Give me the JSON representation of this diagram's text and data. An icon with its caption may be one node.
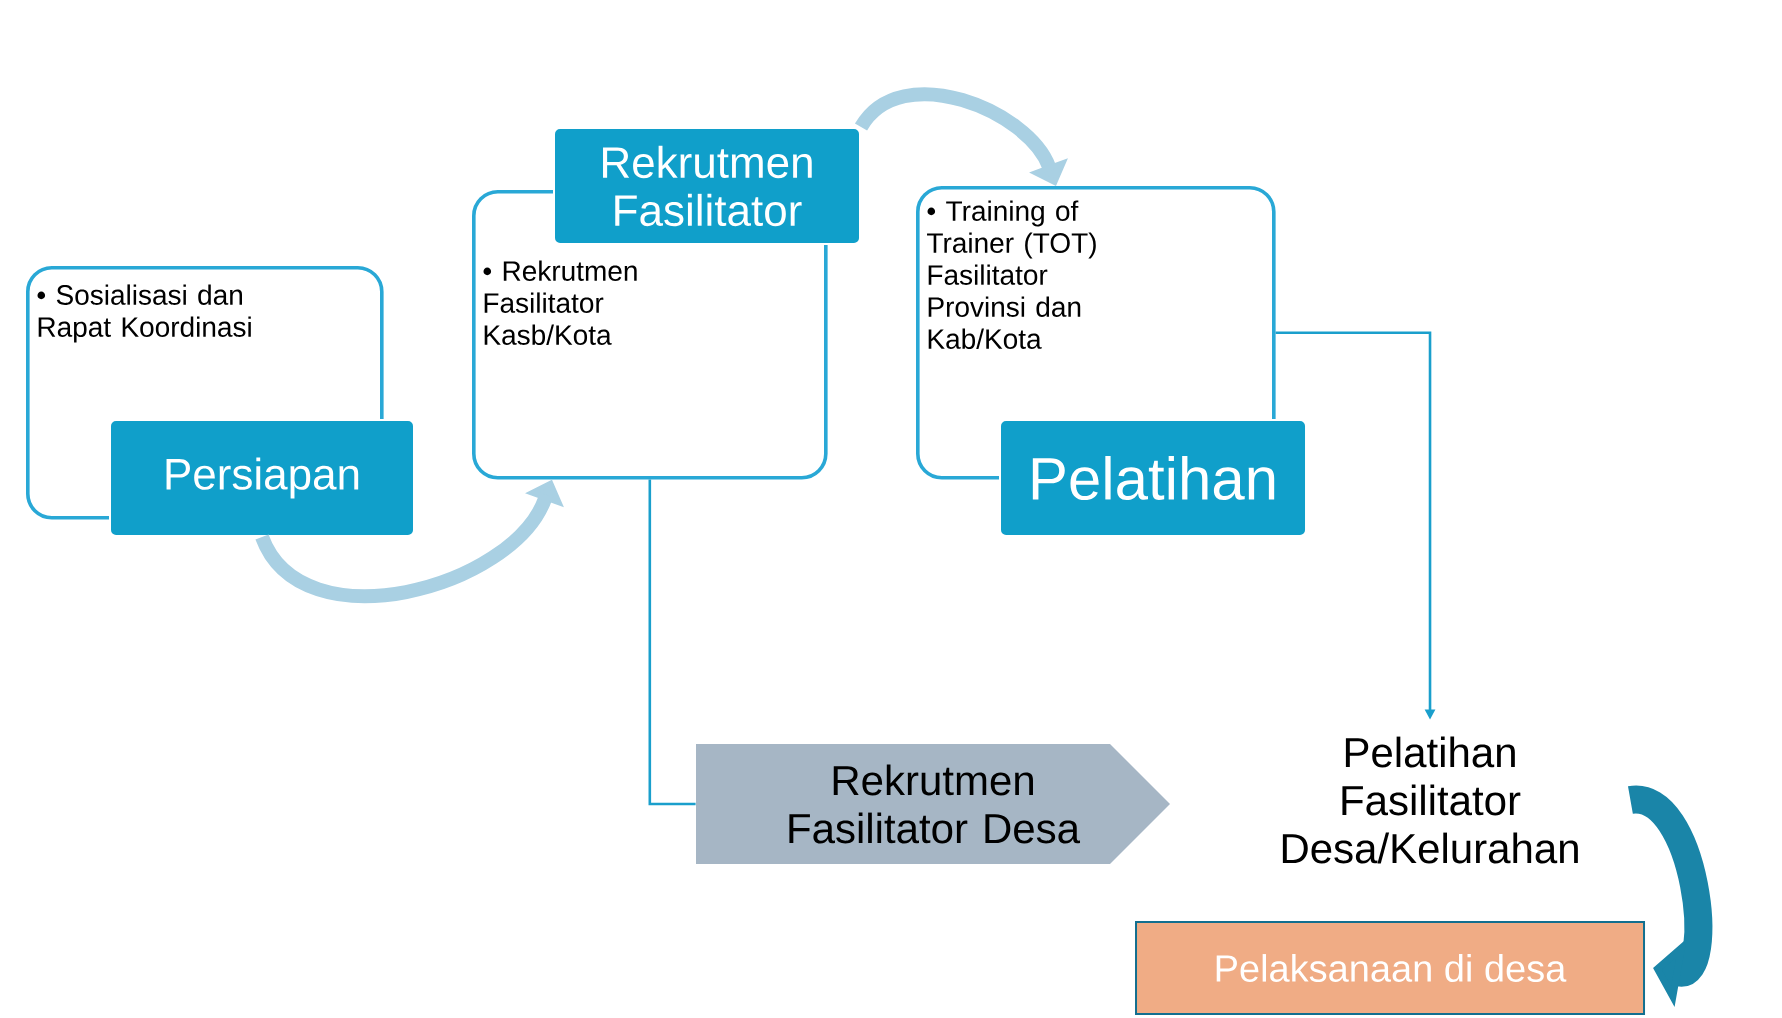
{
  "diagram": {
    "nodes": [
      {
        "text": [
          "• Sosialisasi dan Rapat Koordinasi",
          "Persiapan"
        ]
      },
      {
        "text": [
          "Rekrutmen Fasilitator",
          "• Rekrutmen Fasilitator Kasb/Kota"
        ]
      },
      {
        "text": [
          "• Training of Trainer (TOT) Fasilitator Provinsi dan Kab/Kota",
          "Pelatihan"
        ]
      },
      {
        "text": [
          "Rekrutmen Fasilitator Desa"
        ]
      },
      {
        "text": [
          "Pelatihan Fasilitator Desa/Kelurahan"
        ]
      },
      {
        "text": [
          "Pelaksanaan di desa"
        ]
      }
    ],
    "edges": [
      {
        "from": 0,
        "to": 1,
        "arrow": "to",
        "color": "#a9d0e3"
      },
      {
        "from": 1,
        "to": 2,
        "arrow": "to",
        "color": "#a9d0e3"
      },
      {
        "from": 1,
        "to": 3,
        "arrow": "none",
        "color": "#1a9fcc"
      },
      {
        "from": 2,
        "to": 4,
        "arrow": "to",
        "color": "#1a9fcc"
      },
      {
        "from": 4,
        "to": 5,
        "arrow": "to",
        "style": "thick",
        "color": "#1a85a8"
      }
    ]
  }
}
